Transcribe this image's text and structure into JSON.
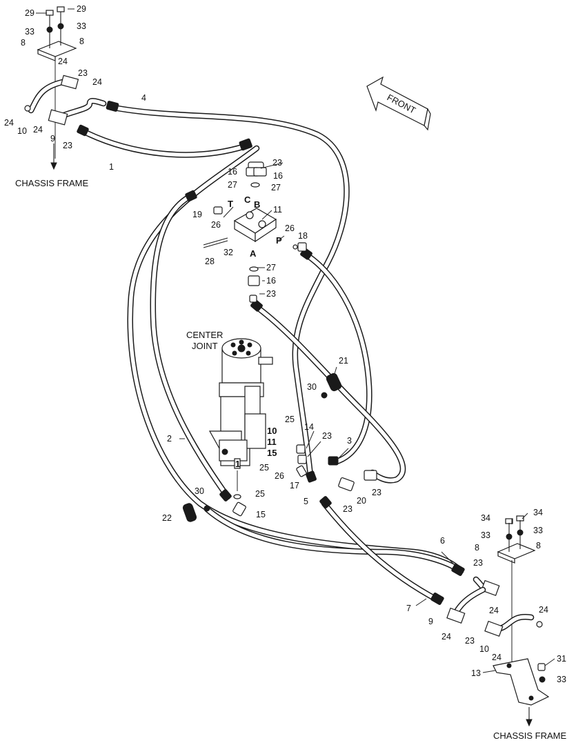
{
  "captions": {
    "chassis_frame_top": "CHASSIS FRAME",
    "chassis_frame_bottom": "CHASSIS FRAME",
    "front": "FRONT",
    "center_joint_1": "CENTER",
    "center_joint_2": "JOINT"
  },
  "port_letters": {
    "t": "T",
    "c": "C",
    "b": "B",
    "p": "P",
    "a": "A"
  },
  "center_joint_ports": [
    "10",
    "11",
    "15",
    "1"
  ],
  "callouts": [
    "29",
    "29",
    "33",
    "33",
    "8",
    "8",
    "24",
    "23",
    "24",
    "4",
    "24",
    "10",
    "24",
    "9",
    "23",
    "1",
    "23",
    "16",
    "16",
    "27",
    "27",
    "19",
    "26",
    "11",
    "26",
    "18",
    "28",
    "32",
    "27",
    "16",
    "23",
    "21",
    "30",
    "25",
    "14",
    "23",
    "3",
    "2",
    "25",
    "26",
    "17",
    "20",
    "23",
    "5",
    "23",
    "30",
    "25",
    "22",
    "15",
    "34",
    "34",
    "33",
    "33",
    "8",
    "8",
    "6",
    "23",
    "24",
    "7",
    "24",
    "9",
    "24",
    "23",
    "10",
    "24",
    "31",
    "33",
    "13"
  ]
}
